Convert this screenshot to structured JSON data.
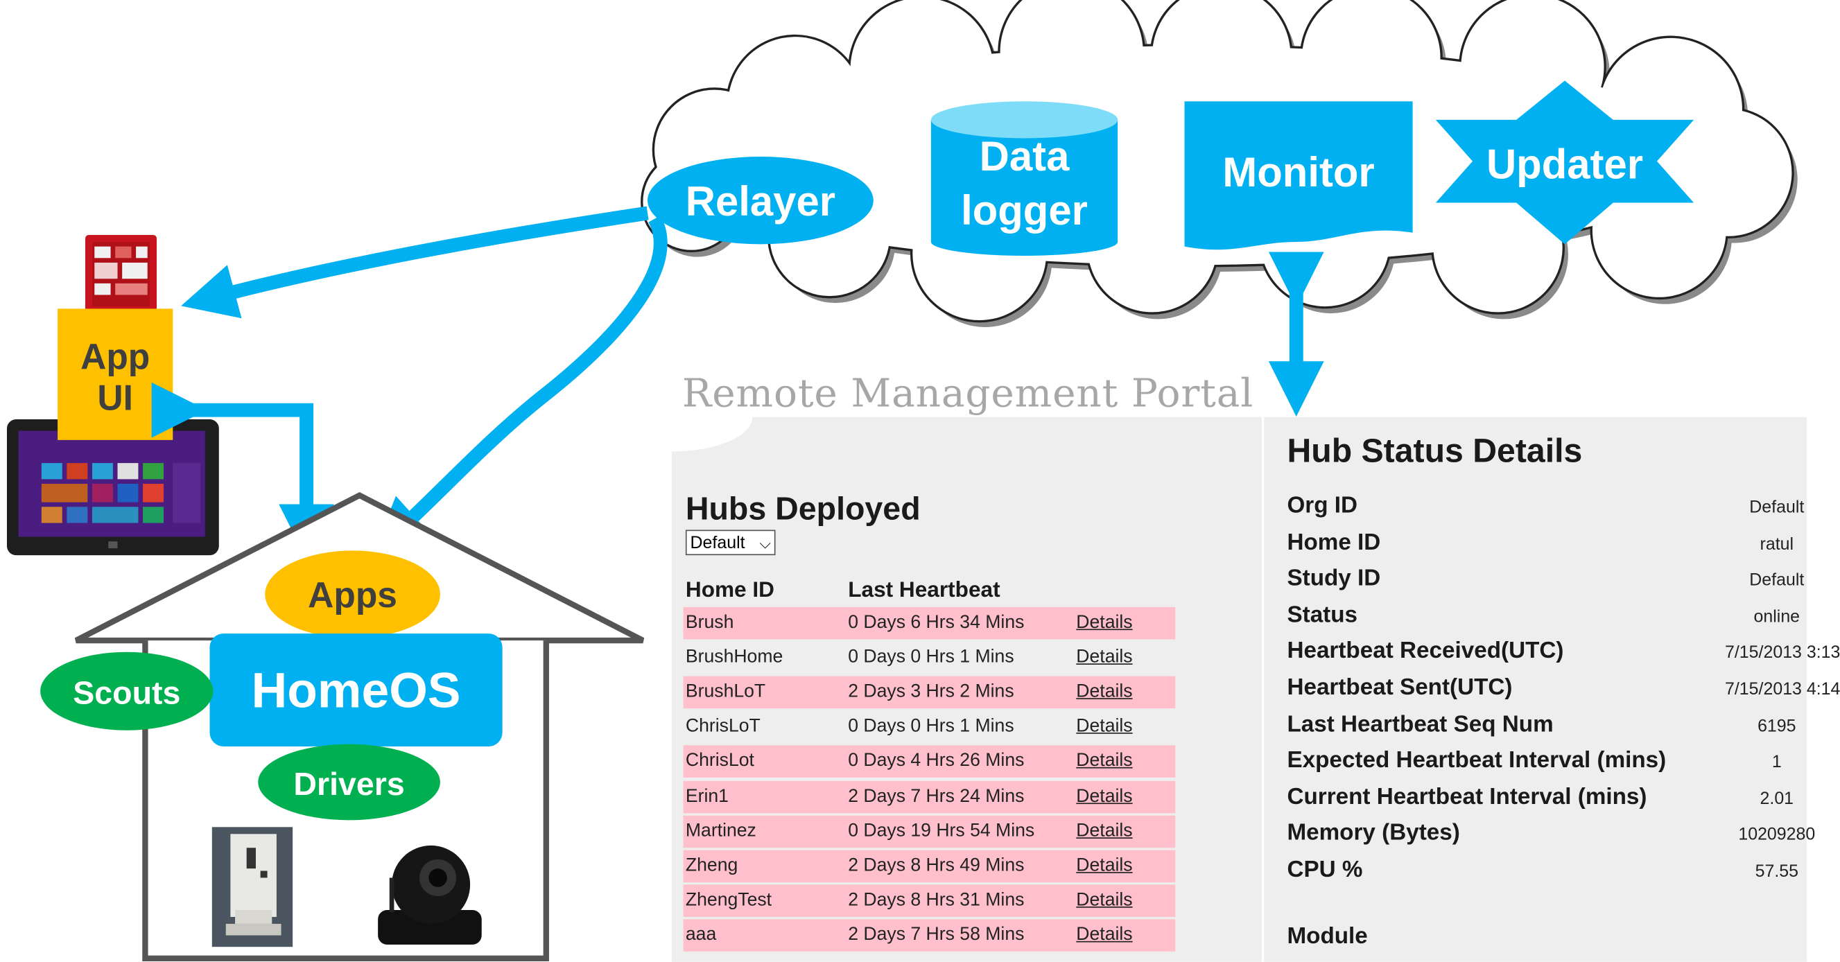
{
  "diagram": {
    "cloud": {
      "relayer": "Relayer",
      "data_logger": [
        "Data",
        "logger"
      ],
      "monitor": "Monitor",
      "updater": "Updater"
    },
    "home": {
      "app_ui": [
        "App",
        "UI"
      ],
      "apps": "Apps",
      "homeos": "HomeOS",
      "scouts": "Scouts",
      "drivers": "Drivers"
    },
    "colors": {
      "cyan": "#00b0f0",
      "yellow": "#ffc000",
      "green": "#00b050",
      "tile_text": "#3f3f3f"
    },
    "icons": [
      "cloud-icon",
      "phone-icon",
      "tablet-icon",
      "house-icon",
      "scout-device-icon",
      "camera-icon"
    ]
  },
  "portal": {
    "title": "Remote Management Portal",
    "hubs": {
      "title": "Hubs Deployed",
      "selected_org": "Default",
      "col_home_id": "Home ID",
      "col_last_heartbeat": "Last Heartbeat",
      "rows": [
        {
          "home_id": "Brush",
          "heartbeat": "0 Days 6 Hrs 34 Mins",
          "link": "Details",
          "highlight": true
        },
        {
          "home_id": "BrushHome",
          "heartbeat": "0 Days 0 Hrs 1 Mins",
          "link": "Details",
          "highlight": false
        },
        {
          "home_id": "BrushLoT",
          "heartbeat": "2 Days 3 Hrs 2 Mins",
          "link": "Details",
          "highlight": true
        },
        {
          "home_id": "ChrisLoT",
          "heartbeat": "0 Days 0 Hrs 1 Mins",
          "link": "Details",
          "highlight": false
        },
        {
          "home_id": "ChrisLot",
          "heartbeat": "0 Days 4 Hrs 26 Mins",
          "link": "Details",
          "highlight": true
        },
        {
          "home_id": "Erin1",
          "heartbeat": "2 Days 7 Hrs 24 Mins",
          "link": "Details",
          "highlight": true
        },
        {
          "home_id": "Martinez",
          "heartbeat": "0 Days 19 Hrs 54 Mins",
          "link": "Details",
          "highlight": true
        },
        {
          "home_id": "Zheng",
          "heartbeat": "2 Days 8 Hrs 49 Mins",
          "link": "Details",
          "highlight": true
        },
        {
          "home_id": "ZhengTest",
          "heartbeat": "2 Days 8 Hrs 31 Mins",
          "link": "Details",
          "highlight": true
        },
        {
          "home_id": "aaa",
          "heartbeat": "2 Days 7 Hrs 58 Mins",
          "link": "Details",
          "highlight": true
        }
      ]
    },
    "status": {
      "title": "Hub Status Details",
      "fields": [
        {
          "label": "Org ID",
          "value": "Default"
        },
        {
          "label": "Home ID",
          "value": "ratul"
        },
        {
          "label": "Study ID",
          "value": "Default"
        },
        {
          "label": "Status",
          "value": "online"
        },
        {
          "label": "Heartbeat Received(UTC)",
          "value": "7/15/2013 3:13"
        },
        {
          "label": "Heartbeat Sent(UTC)",
          "value": "7/15/2013 4:14"
        },
        {
          "label": "Last Heartbeat Seq Num",
          "value": "6195"
        },
        {
          "label": "Expected Heartbeat Interval (mins)",
          "value": "1"
        },
        {
          "label": "Current Heartbeat Interval (mins)",
          "value": "2.01"
        },
        {
          "label": "Memory (Bytes)",
          "value": "10209280"
        },
        {
          "label": "CPU %",
          "value": "57.55"
        }
      ],
      "module_label": "Module"
    }
  }
}
